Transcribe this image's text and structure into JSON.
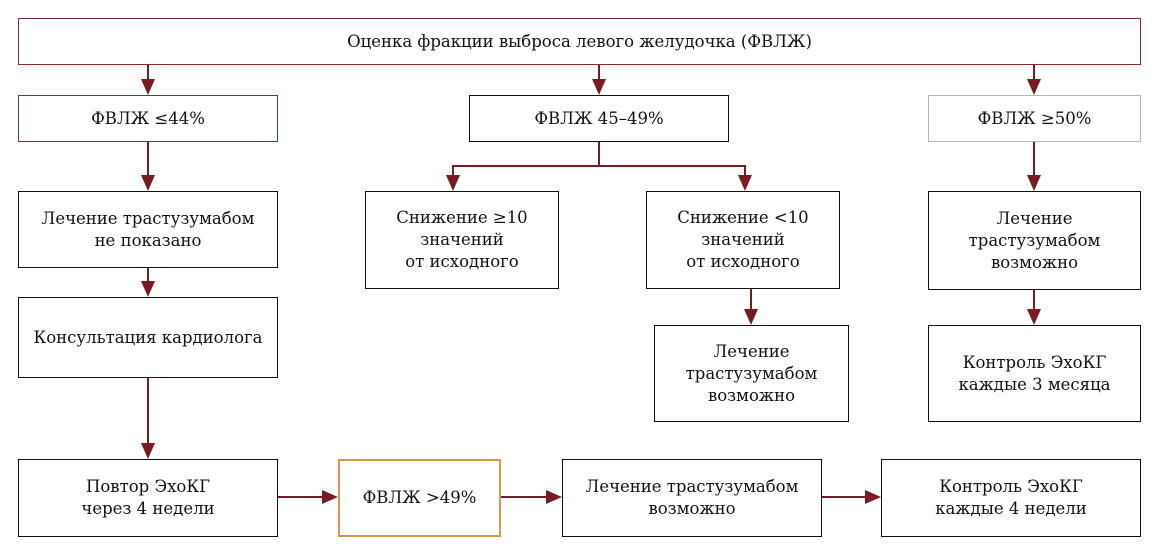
{
  "top": "Оценка фракции выброса левого желудочка (ФВЛЖ)",
  "branches": {
    "low": "ФВЛЖ ≤44%",
    "mid": "ФВЛЖ 45–49%",
    "high": "ФВЛЖ ≥50%"
  },
  "low_path": {
    "no_treatment": "Лечение трастузумабом\nне показано",
    "cardiology": "Консультация кардиолога",
    "repeat_echo": "Повтор ЭхоКГ\nчерез 4 недели",
    "lvef_above": "ФВЛЖ >49%",
    "treatment_possible": "Лечение трастузумабом\nвозможно",
    "control": "Контроль ЭхоКГ\nкаждые 4 недели"
  },
  "mid_path": {
    "decrease_ge10": "Снижение ≥10\nзначений\nот исходного",
    "decrease_lt10": "Снижение <10\nзначений\nот исходного",
    "treatment_possible": "Лечение\nтрастузумабом\nвозможно"
  },
  "high_path": {
    "treatment_possible": "Лечение\nтрастузумабом\nвозможно",
    "control": "Контроль ЭхоКГ\nкаждые 3 месяца"
  },
  "colors": {
    "arrow": "#7a1a22",
    "top_border": "#8a2a2a",
    "low_border": "#1f4f82",
    "high_border": "#b5b5b5",
    "highlight_border": "#d39a4a"
  }
}
